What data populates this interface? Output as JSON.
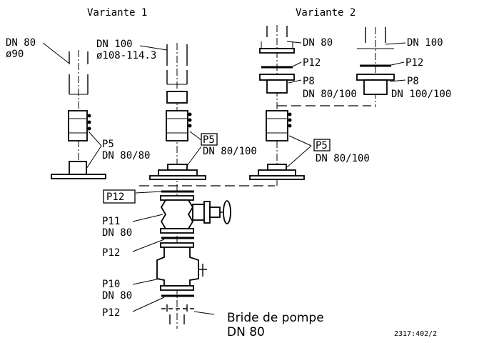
{
  "headings": {
    "variant1": "Variante 1",
    "variant2": "Variante 2"
  },
  "labels": {
    "dn80_o90_a": "DN 80",
    "dn80_o90_b": "ø90",
    "dn100_a": "DN 100",
    "dn100_b": "ø108-114.3",
    "v2_dn80": "DN 80",
    "v2_p12_left": "P12",
    "v2_p8_left": "P8",
    "v2_p8_left_dn": "DN 80/100",
    "v2_dn100": "DN 100",
    "v2_p12_right": "P12",
    "v2_p8_right": "P8",
    "v2_p8_right_dn": "DN 100/100",
    "p5_left": "P5",
    "p5_left_dn": "DN 80/80",
    "p5_mid": "P5",
    "p5_mid_dn": "DN 80/100",
    "p5_right": "P5",
    "p5_right_dn": "DN 80/100",
    "p12_boxed": "P12",
    "p11": "P11",
    "p11_dn": "DN 80",
    "p12_mid": "P12",
    "p10": "P10",
    "p10_dn": "DN 80",
    "p12_bottom": "P12",
    "pump_flange_line1": "Bride de pompe",
    "pump_flange_line2": "DN 80",
    "drawing_number": "2317:402/2"
  }
}
